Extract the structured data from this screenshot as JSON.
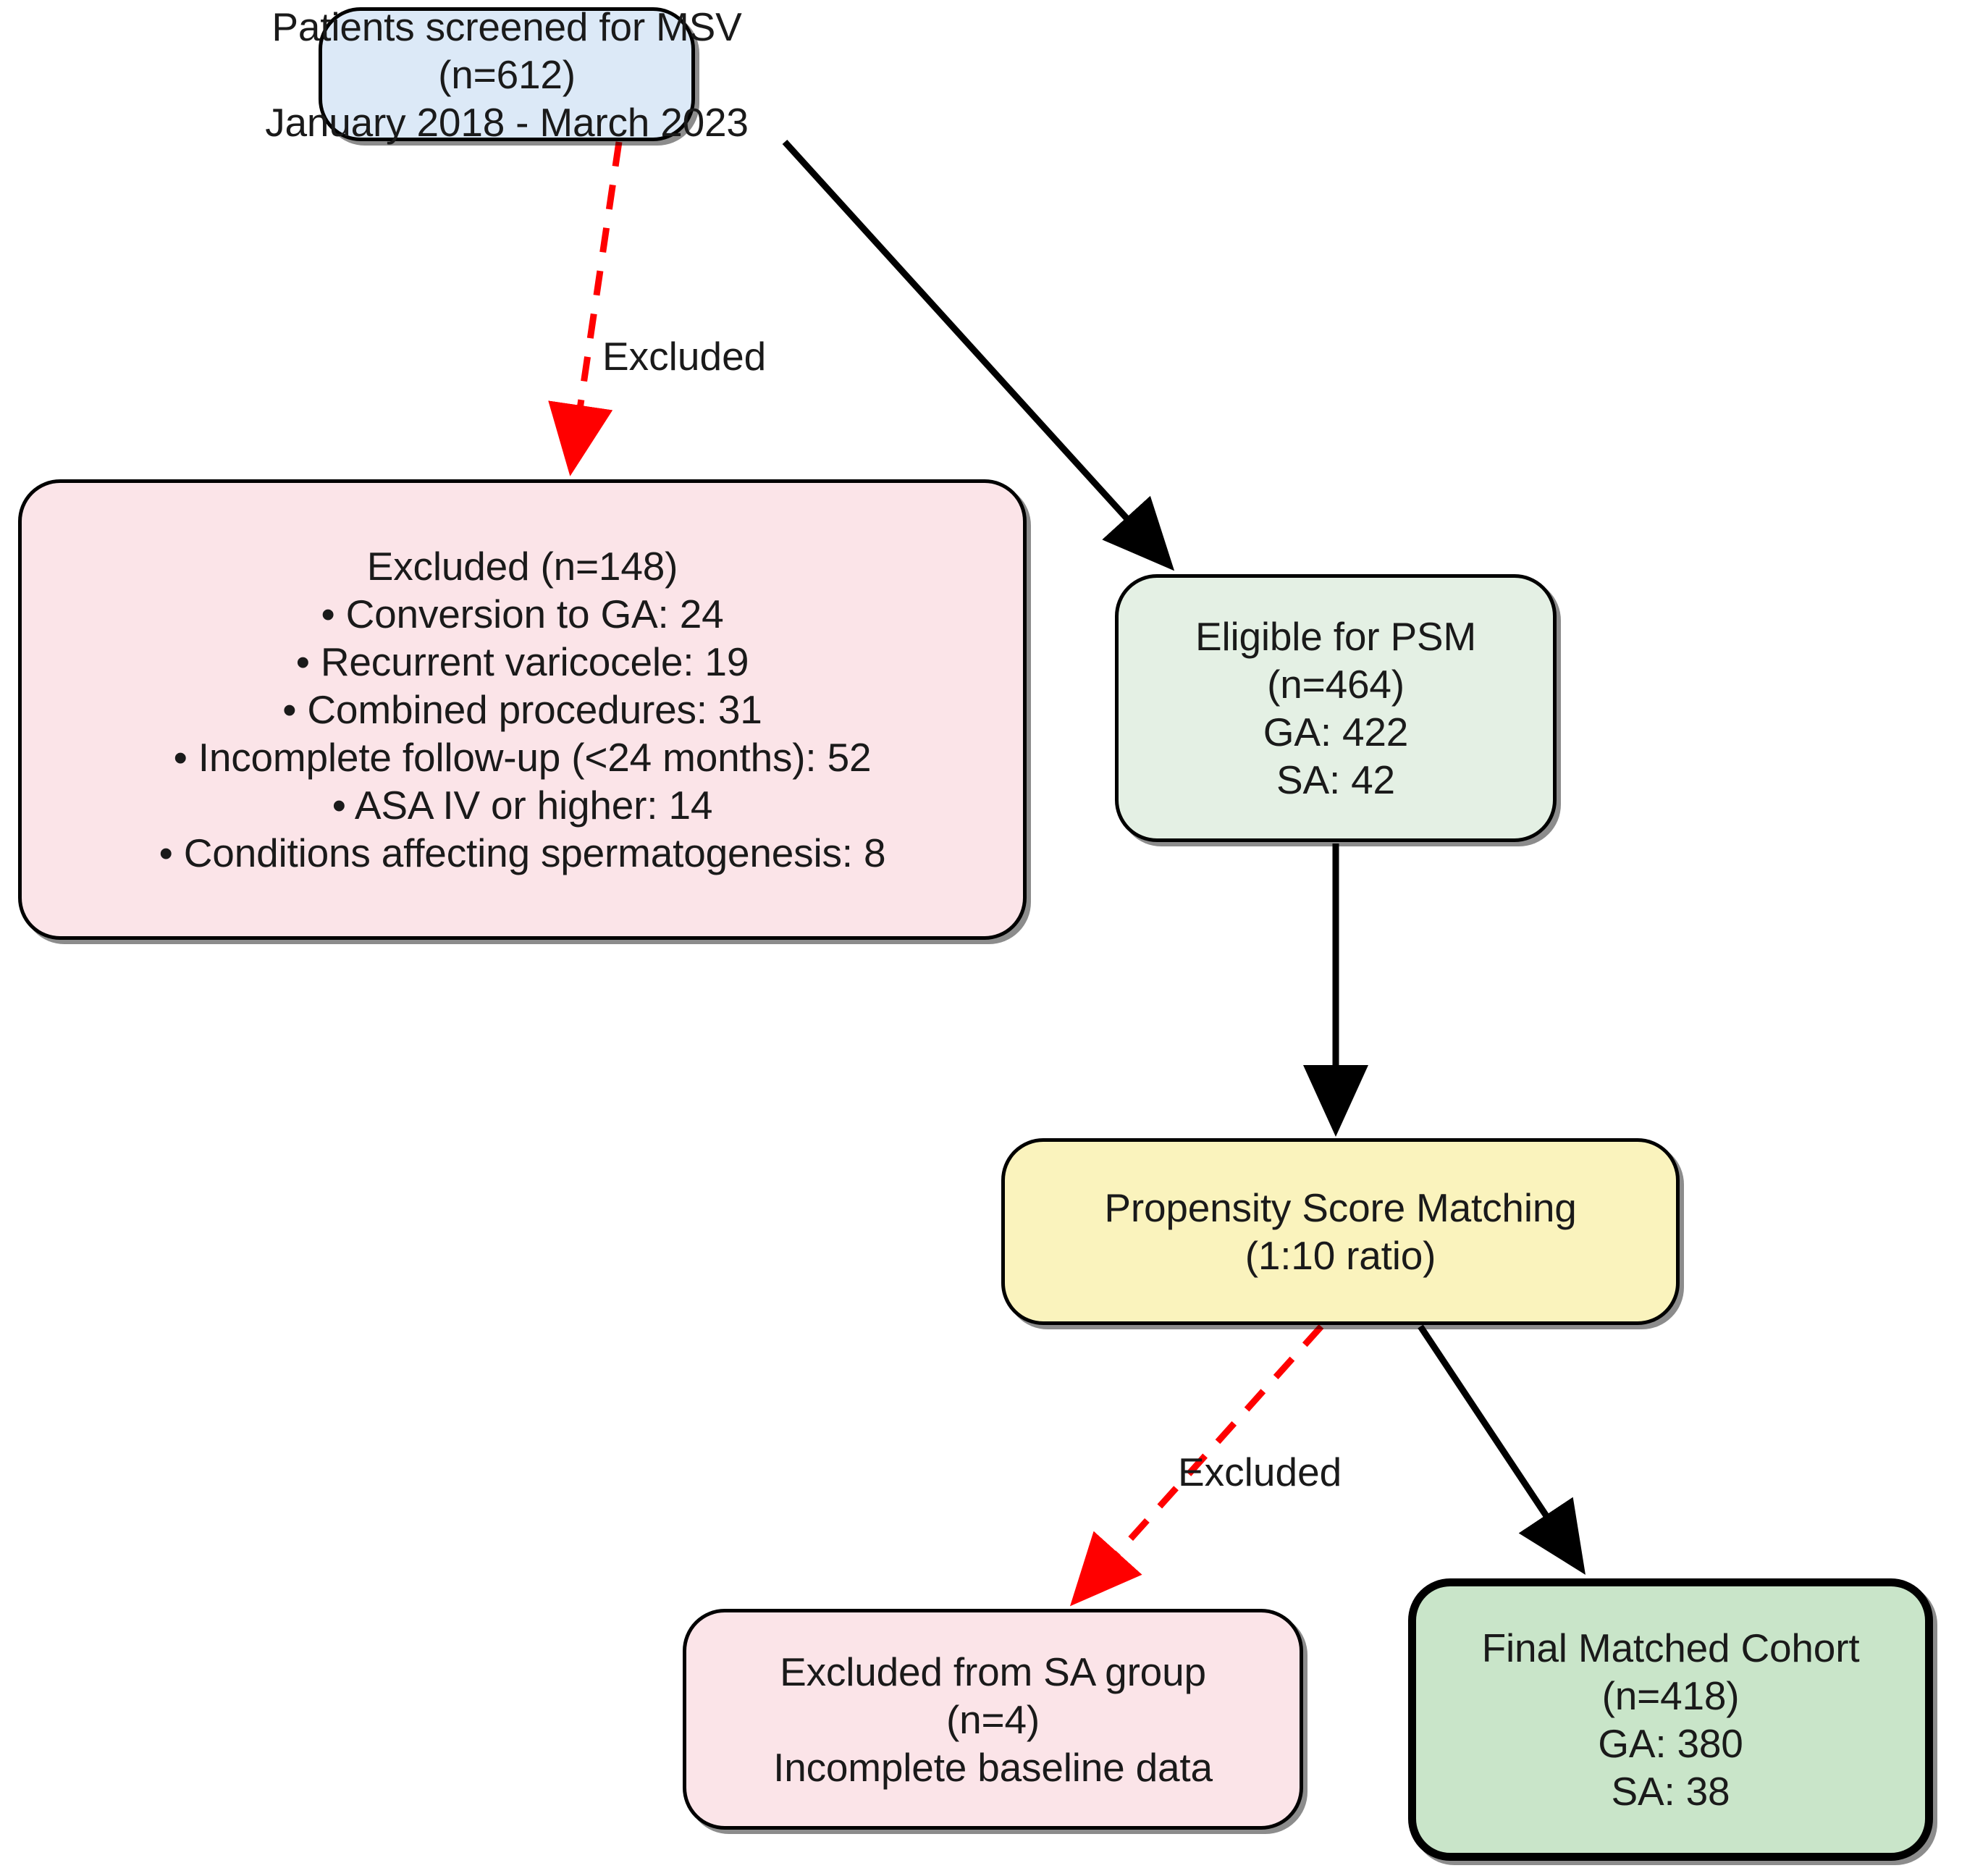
{
  "diagram": {
    "title": "Patient selection flowchart",
    "type": "flowchart",
    "colors": {
      "screened_fill": "#dce9f7",
      "excluded_fill": "#fbe4e8",
      "eligible_fill": "#e4f0e4",
      "psm_fill": "#faf3bd",
      "final_fill": "#c9e5c9",
      "border": "#000000",
      "excluded_edge": "#ff0000",
      "normal_edge": "#000000"
    }
  },
  "nodes": {
    "screened": {
      "id": "screened",
      "lines": [
        "Patients screened for MSV",
        "(n=612)",
        "January 2018 - March 2023"
      ]
    },
    "excluded": {
      "id": "excluded",
      "lines": [
        "Excluded (n=148)",
        "• Conversion to GA: 24",
        "• Recurrent varicocele: 19",
        "• Combined procedures: 31",
        "• Incomplete follow-up (<24 months): 52",
        "• ASA IV or higher: 14",
        "• Conditions affecting spermatogenesis: 8"
      ]
    },
    "eligible": {
      "id": "eligible",
      "lines": [
        "Eligible for PSM",
        "(n=464)",
        "GA: 422",
        "SA: 42"
      ]
    },
    "psm": {
      "id": "psm",
      "lines": [
        "Propensity Score Matching",
        "(1:10 ratio)"
      ]
    },
    "excluded_sa": {
      "id": "excluded_sa",
      "lines": [
        "Excluded from SA group",
        "(n=4)",
        "Incomplete baseline data"
      ]
    },
    "final": {
      "id": "final",
      "lines": [
        "Final Matched Cohort",
        "(n=418)",
        "GA: 380",
        "SA: 38"
      ]
    }
  },
  "edges": [
    {
      "id": "screened-to-excluded",
      "from": "screened",
      "to": "excluded",
      "label": "Excluded",
      "style": "dashed",
      "color": "#ff0000"
    },
    {
      "id": "screened-to-eligible",
      "from": "screened",
      "to": "eligible",
      "label": "",
      "style": "solid",
      "color": "#000000"
    },
    {
      "id": "eligible-to-psm",
      "from": "eligible",
      "to": "psm",
      "label": "",
      "style": "solid",
      "color": "#000000"
    },
    {
      "id": "psm-to-excluded-sa",
      "from": "psm",
      "to": "excluded_sa",
      "label": "Excluded",
      "style": "dashed",
      "color": "#ff0000"
    },
    {
      "id": "psm-to-final",
      "from": "psm",
      "to": "final",
      "label": "",
      "style": "solid",
      "color": "#000000"
    }
  ],
  "edge_labels": {
    "excluded_1": "Excluded",
    "excluded_2": "Excluded"
  }
}
